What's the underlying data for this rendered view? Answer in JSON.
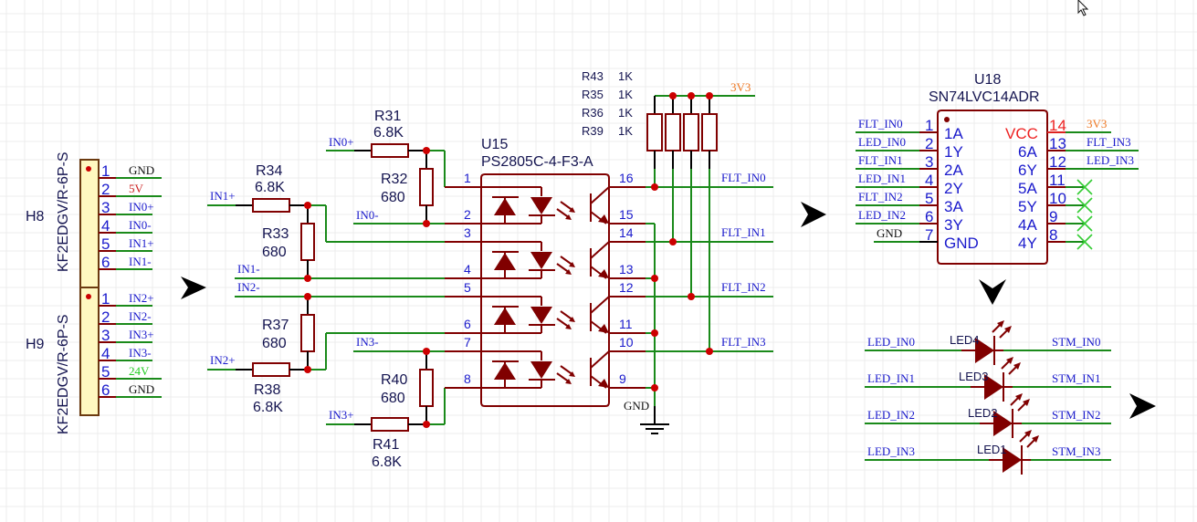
{
  "connectors": [
    {
      "designator": "H8",
      "part": "KF2EDGV/R-6P-S",
      "pins": [
        {
          "num": "1",
          "net": "GND",
          "color": "black"
        },
        {
          "num": "2",
          "net": "5V",
          "color": "red"
        },
        {
          "num": "3",
          "net": "IN0+",
          "color": "blue"
        },
        {
          "num": "4",
          "net": "IN0-",
          "color": "blue"
        },
        {
          "num": "5",
          "net": "IN1+",
          "color": "blue"
        },
        {
          "num": "6",
          "net": "IN1-",
          "color": "blue"
        }
      ]
    },
    {
      "designator": "H9",
      "part": "KF2EDGV/R-6P-S",
      "pins": [
        {
          "num": "1",
          "net": "IN2+",
          "color": "blue"
        },
        {
          "num": "2",
          "net": "IN2-",
          "color": "blue"
        },
        {
          "num": "3",
          "net": "IN3+",
          "color": "blue"
        },
        {
          "num": "4",
          "net": "IN3-",
          "color": "blue"
        },
        {
          "num": "5",
          "net": "24V",
          "color": "green"
        },
        {
          "num": "6",
          "net": "GND",
          "color": "black"
        }
      ]
    }
  ],
  "resistors": {
    "R31": {
      "des": "R31",
      "val": "6.8K"
    },
    "R32": {
      "des": "R32",
      "val": "680"
    },
    "R33": {
      "des": "R33",
      "val": "680"
    },
    "R34": {
      "des": "R34",
      "val": "6.8K"
    },
    "R37": {
      "des": "R37",
      "val": "680"
    },
    "R38": {
      "des": "R38",
      "val": "6.8K"
    },
    "R40": {
      "des": "R40",
      "val": "680"
    },
    "R41": {
      "des": "R41",
      "val": "6.8K"
    },
    "pullups": [
      {
        "des": "R43",
        "val": "1K"
      },
      {
        "des": "R35",
        "val": "1K"
      },
      {
        "des": "R36",
        "val": "1K"
      },
      {
        "des": "R39",
        "val": "1K"
      }
    ]
  },
  "input_nets": {
    "in0p": "IN0+",
    "in0m": "IN0-",
    "in1p": "IN1+",
    "in1m": "IN1-",
    "in2p": "IN2+",
    "in2m": "IN2-",
    "in3p": "IN3+",
    "in3m": "IN3-"
  },
  "optocoupler": {
    "designator": "U15",
    "part": "PS2805C-4-F3-A",
    "left_pins": [
      "1",
      "2",
      "3",
      "4",
      "5",
      "6",
      "7",
      "8"
    ],
    "right_pins": [
      "16",
      "15",
      "14",
      "13",
      "12",
      "11",
      "10",
      "9"
    ],
    "gnd_label": "GND"
  },
  "power": {
    "v33": "3V3"
  },
  "flt_nets": [
    "FLT_IN0",
    "FLT_IN1",
    "FLT_IN2",
    "FLT_IN3"
  ],
  "inverter": {
    "designator": "U18",
    "part": "SN74LVC14ADR",
    "left": [
      {
        "num": "1",
        "name": "1A",
        "net": "FLT_IN0"
      },
      {
        "num": "2",
        "name": "1Y",
        "net": "LED_IN0"
      },
      {
        "num": "3",
        "name": "2A",
        "net": "FLT_IN1"
      },
      {
        "num": "4",
        "name": "2Y",
        "net": "LED_IN1"
      },
      {
        "num": "5",
        "name": "3A",
        "net": "FLT_IN2"
      },
      {
        "num": "6",
        "name": "3Y",
        "net": "LED_IN2"
      },
      {
        "num": "7",
        "name": "GND",
        "net": "GND"
      }
    ],
    "right": [
      {
        "num": "14",
        "name": "VCC",
        "net": "3V3"
      },
      {
        "num": "13",
        "name": "6A",
        "net": "FLT_IN3"
      },
      {
        "num": "12",
        "name": "6Y",
        "net": "LED_IN3"
      },
      {
        "num": "11",
        "name": "5A",
        "net": ""
      },
      {
        "num": "10",
        "name": "5Y",
        "net": ""
      },
      {
        "num": "9",
        "name": "4A",
        "net": ""
      },
      {
        "num": "8",
        "name": "4Y",
        "net": ""
      }
    ]
  },
  "leds": [
    {
      "des": "LED4",
      "in": "LED_IN0",
      "out": "STM_IN0"
    },
    {
      "des": "LED3",
      "in": "LED_IN1",
      "out": "STM_IN1"
    },
    {
      "des": "LED2",
      "in": "LED_IN2",
      "out": "STM_IN2"
    },
    {
      "des": "LED1",
      "in": "LED_IN3",
      "out": "STM_IN3"
    }
  ],
  "icons": {
    "flow_arrows": [
      "arrow-right",
      "arrow-right",
      "arrow-down",
      "arrow-right"
    ],
    "cursor": "mouse-pointer"
  }
}
